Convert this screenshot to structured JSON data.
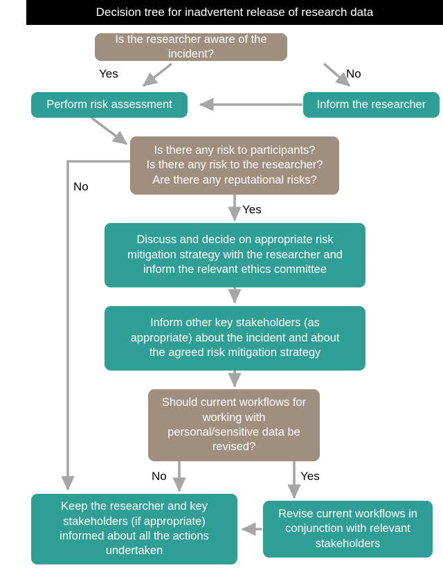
{
  "title": "Decision tree for inadvertent release of research data",
  "colors": {
    "title_bar_background": "#000000",
    "title_bar_text": "#ffffff",
    "decision_node": "#a08e7e",
    "process_node": "#2f9e95",
    "node_text": "#ffffff",
    "connector": "#a6a6a6",
    "label_text": "#000000",
    "page_background": "#ffffff"
  },
  "nodes": {
    "q_aware": "Is the researcher aware of the incident?",
    "perform_risk_assessment": "Inform the researcher",
    "inform_researcher": "Inform the researcher",
    "risk_assessment": "Perform risk assessment",
    "q_risks": "Is there any risk to participants?\nIs there any risk to the researcher?\nAre there any reputational risks?",
    "discuss_decide": "Discuss and decide on appropriate risk mitigation strategy with the researcher and inform the relevant ethics committee",
    "inform_stakeholders": "Inform other key stakeholders (as appropriate) about the incident and about the agreed risk mitigation strategy",
    "q_workflows": "Should current workflows for working with personal/sensitive data be revised?",
    "keep_informed": "Keep the researcher and key stakeholders (if appropriate) informed about all the actions undertaken",
    "revise_workflows": "Revise current workflows in conjunction with relevant stakeholders"
  },
  "labels": {
    "yes_top": "Yes",
    "no_top": "No",
    "no_risks": "No",
    "yes_risks": "Yes",
    "no_workflows": "No",
    "yes_workflows": "Yes"
  }
}
